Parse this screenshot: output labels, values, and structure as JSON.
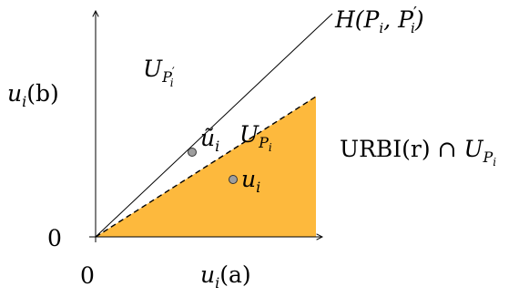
{
  "labels": {
    "hyperplane": {
      "prefix": "H(P",
      "sub1": "i",
      "mid": ", P",
      "prime": "′",
      "sub2": "i",
      "suffix": ")"
    },
    "upper_region": {
      "base": "U",
      "sub": "P",
      "subprime": "′",
      "subsub": "i"
    },
    "y_axis": {
      "base": "u",
      "sub": "i",
      "arg": "(b)"
    },
    "lower_region": {
      "base": "U",
      "sub": "P",
      "subsub": "i"
    },
    "urbi": {
      "text": "URBI",
      "arg": "(r) ∩ ",
      "base": "U",
      "sub": "P",
      "subsub": "i"
    },
    "point_tilde": {
      "base": "ũ",
      "sub": "i"
    },
    "point_u": {
      "base": "u",
      "sub": "i"
    },
    "origin_y": "0",
    "origin_x": "0",
    "x_axis": {
      "base": "u",
      "sub": "i",
      "arg": "(a)"
    }
  },
  "colors": {
    "region_fill": "#FDB93D",
    "point_fill": "#9E9E9E",
    "line": "#000000"
  }
}
